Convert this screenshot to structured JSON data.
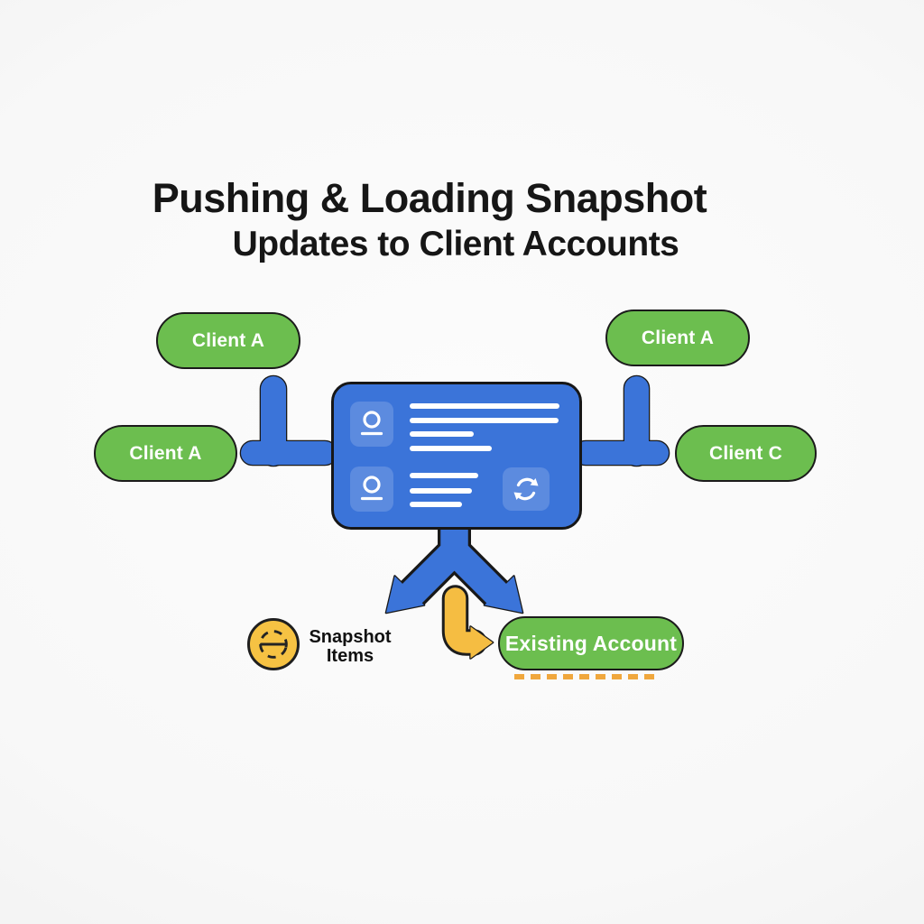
{
  "title": {
    "line1": "Pushing & Loading Snapshot",
    "line2": "Updates to Client Accounts"
  },
  "nodes": {
    "client_top_left": "Client A",
    "client_mid_left": "Client A",
    "client_top_right": "Client A",
    "client_mid_right": "Client C",
    "existing_account": "Existing Account"
  },
  "labels": {
    "snapshot_items_line1": "Snapshot",
    "snapshot_items_line2": "Items"
  },
  "icons": {
    "server_row1": "user-icon",
    "server_row2": "user-icon",
    "server_action": "sync-icon",
    "snapshot": "dashed-circle-s-icon"
  },
  "edges": [
    {
      "from": "client_top_left",
      "to": "server",
      "style": "blue-connector"
    },
    {
      "from": "client_mid_left",
      "to": "server",
      "style": "blue-connector"
    },
    {
      "from": "client_top_right",
      "to": "server",
      "style": "blue-connector"
    },
    {
      "from": "client_mid_right",
      "to": "server",
      "style": "blue-connector"
    },
    {
      "from": "server",
      "to": "snapshot_items",
      "style": "blue-arrow"
    },
    {
      "from": "server",
      "to": "existing_account",
      "style": "blue-arrow"
    },
    {
      "from": "server",
      "to": "existing_account",
      "style": "yellow-arrow"
    }
  ],
  "colors": {
    "client_green": "#6CBE4F",
    "server_blue": "#3B74D9",
    "accent_yellow": "#F5BD42",
    "dash_orange": "#F0A73D",
    "outline": "#1A1A1A",
    "background": "#FAFAFA",
    "text": "#141414"
  }
}
